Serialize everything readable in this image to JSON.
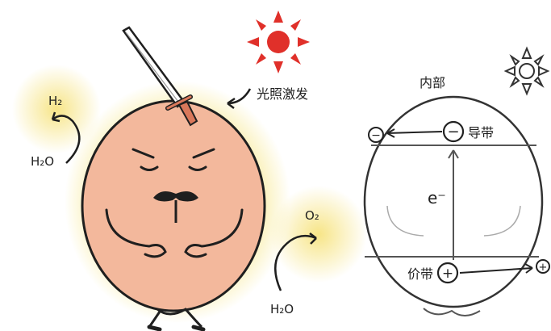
{
  "left_panel": {
    "light_label": "光照激发",
    "h2_label": "H₂",
    "h2o_left_label": "H₂O",
    "o2_label": "O₂",
    "h2o_right_label": "H₂O"
  },
  "right_panel": {
    "title": "内部",
    "conduction_band_label": "导带",
    "valence_band_label": "价带",
    "electron_label": "e⁻",
    "minus_symbol": "−",
    "plus_symbol": "+"
  },
  "colors": {
    "sun": "#e0302a",
    "egg_fill": "#f3b89c",
    "glow": "#f6e27a",
    "outline": "#1f1f1f",
    "sword_handle": "#d9785b"
  },
  "icons": [
    "sun-icon",
    "sun-outline-icon",
    "sword-icon",
    "curved-arrow-icon",
    "mustache-icon"
  ]
}
